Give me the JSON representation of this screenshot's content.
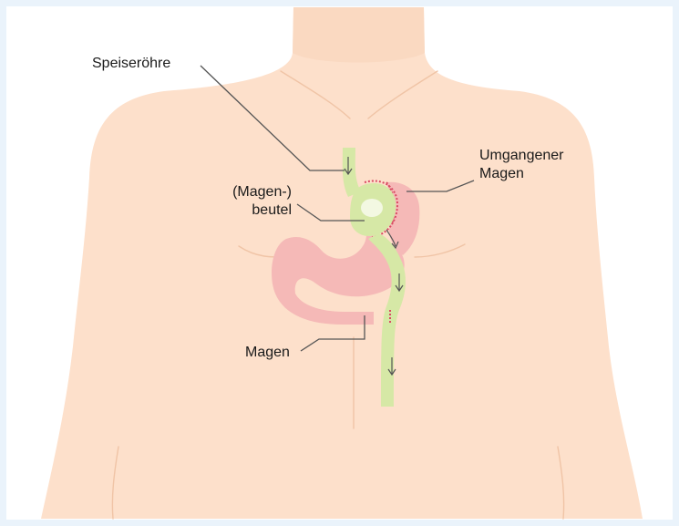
{
  "labels": {
    "esophagus": "Speiseröhre",
    "pouch_line1": "(Magen-)",
    "pouch_line2": "beutel",
    "bypassed_line1": "Umgangener",
    "bypassed_line2": "Magen",
    "stomach": "Magen"
  },
  "colors": {
    "frame_border": "#eaf3fb",
    "skin": "#fde0cb",
    "skin_shadow": "#f3c9ad",
    "stomach_pink": "#f5b9b7",
    "staple_red": "#d94b63",
    "intestine_green": "#d6e8a6",
    "arrow": "#555555",
    "leader_line": "#555555"
  },
  "icons": {
    "flow_arrows": "down-arrow-icon"
  }
}
